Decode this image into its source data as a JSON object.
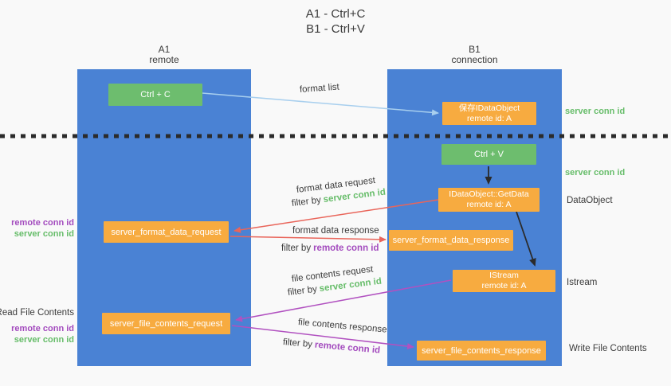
{
  "title": {
    "line1": "A1 - Ctrl+C",
    "line2": "B1 - Ctrl+V"
  },
  "columns": [
    {
      "name": "A1",
      "subtitle": "remote"
    },
    {
      "name": "B1",
      "subtitle": "connection"
    }
  ],
  "nodes": {
    "ctrl_c": "Ctrl + C",
    "save_dataobject_line1": "保存IDataObject",
    "save_dataobject_line2": "remote id: A",
    "ctrl_v": "Ctrl + V",
    "getdata_line1": "IDataObject::GetData",
    "getdata_line2": "remote id: A",
    "format_request": "server_format_data_request",
    "format_response": "server_format_data_response",
    "istream_line1": "IStream",
    "istream_line2": "remote id: A",
    "file_request": "server_file_contents_request",
    "file_response": "server_file_contents_response"
  },
  "edge_labels": {
    "format_list": "format list",
    "format_data_request": "format data request",
    "format_data_response": "format data response",
    "file_contents_request": "file contents request",
    "file_contents_response": "file contents response",
    "filter_by": "filter by",
    "server_conn_id": "server conn id",
    "remote_conn_id": "remote conn id"
  },
  "side_labels": {
    "server_conn_id": "server conn id",
    "remote_conn_id": "remote conn id",
    "dataobject": "DataObject",
    "istream": "Istream",
    "read_file_contents": "Read File Contents",
    "write_file_contents": "Write File Contents"
  },
  "colors": {
    "bg": "#f9f9f9",
    "column_blue": "#4a82d4",
    "box_green": "#6dbd6e",
    "box_orange": "#f7ab40",
    "arrow_blue": "#a8cfee",
    "arrow_red": "#e9655a",
    "arrow_purple": "#b151c0",
    "arrow_black": "#2b2b2b",
    "text_green": "#67bd6a",
    "text_purple": "#a34bbe",
    "text_dark": "#3b3b3b",
    "dotted_line": "#2b2b2b"
  }
}
